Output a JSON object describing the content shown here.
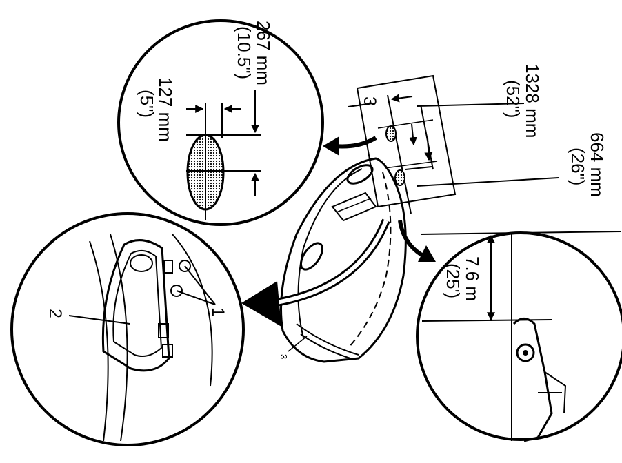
{
  "labels": {
    "d1_mm": "267 mm",
    "d1_in": "(10.5\")",
    "d2_mm": "127 mm",
    "d2_in": "(5\")",
    "d3_mm": "1328 mm",
    "d3_in": "(52\")",
    "d4_mm": "664 mm",
    "d4_in": "(26\")",
    "d5_m": "7.6 m",
    "d5_ft": "(25')",
    "callout_1": "1",
    "callout_2": "2",
    "callout_3": "3",
    "callout_3b": "3"
  },
  "colors": {
    "ink": "#000000",
    "paper": "#ffffff"
  }
}
